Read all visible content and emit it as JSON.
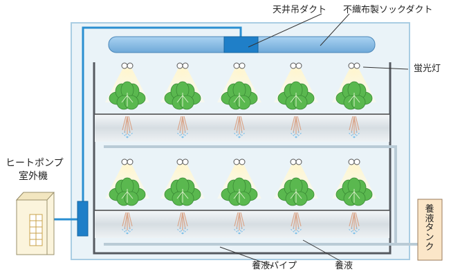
{
  "labels": {
    "ceiling_duct": "天井吊ダクト",
    "nonwoven_duct": "不織布製ソックダクト",
    "fluorescent_lamp": "蛍光灯",
    "heat_pump_line1": "ヒートポンプ",
    "heat_pump_line2": "室外機",
    "nutrient_tank": "養液タンク",
    "nutrient_pipe": "養液パイプ",
    "nutrient_solution": "養液"
  },
  "colors": {
    "room_fill": "#eaf3f8",
    "room_border": "#a9cde3",
    "pipe_blue": "#2a8fd1",
    "duct_fill": "#8bbfe8",
    "duct_center": "#1f7fc8",
    "frame": "#555a60",
    "gray_pipe": "#b9cbd6",
    "light_cone": "#fff4c8",
    "leaf": "#5ab84f",
    "root": "#d9a58a",
    "spray": "#7cc0ea",
    "tank_fill": "#fbe6c8",
    "unit_fill": "#fbf4dc"
  }
}
